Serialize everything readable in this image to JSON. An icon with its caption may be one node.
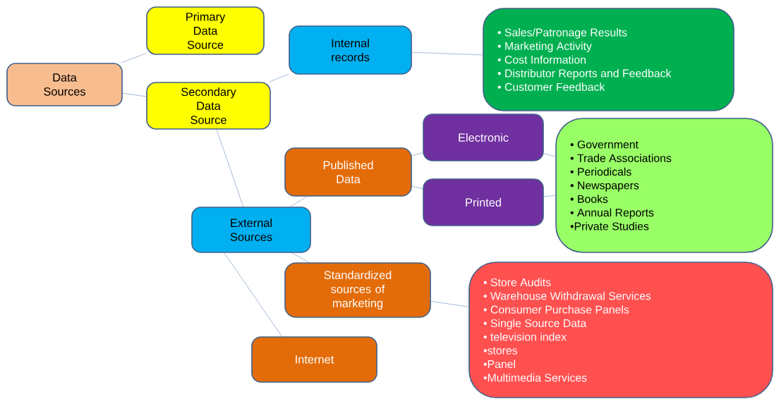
{
  "diagram": {
    "nodes": [
      {
        "text": [
          "Data Sources"
        ]
      },
      {
        "text": [
          "Primary Data Source"
        ]
      },
      {
        "text": [
          "Secondary Data Source"
        ]
      },
      {
        "text": [
          "Internal records"
        ]
      },
      {
        "text": [
          "• Sales/Patronage Results",
          "• Marketing Activity",
          "• Cost Information",
          "• Distributor Reports and Feedback",
          "• Customer Feedback"
        ]
      },
      {
        "text": [
          "Published Data"
        ]
      },
      {
        "text": [
          "Electronic"
        ]
      },
      {
        "text": [
          "Printed"
        ]
      },
      {
        "text": [
          "• Government",
          "• Trade Associations",
          "• Periodicals",
          "• Newspapers",
          "• Books",
          "• Annual Reports",
          "•Private Studies"
        ]
      },
      {
        "text": [
          "External Sources"
        ]
      },
      {
        "text": [
          "Standardized sources of marketing"
        ]
      },
      {
        "text": [
          "• Store Audits",
          "• Warehouse Withdrawal Services",
          "• Consumer Purchase Panels",
          "• Single Source Data",
          "• television index",
          "•stores",
          "•Panel",
          "•Multimedia Services"
        ]
      },
      {
        "text": [
          "Internet"
        ]
      }
    ],
    "edges": [
      {
        "from": 0,
        "to": 1,
        "arrow": "none"
      },
      {
        "from": 0,
        "to": 2,
        "arrow": "none"
      },
      {
        "from": 2,
        "to": 3,
        "arrow": "none"
      },
      {
        "from": 3,
        "to": 4,
        "arrow": "none"
      },
      {
        "from": 2,
        "to": 9,
        "arrow": "none"
      },
      {
        "from": 9,
        "to": 5,
        "arrow": "none"
      },
      {
        "from": 5,
        "to": 6,
        "arrow": "none"
      },
      {
        "from": 5,
        "to": 7,
        "arrow": "none"
      },
      {
        "from": 6,
        "to": 8,
        "arrow": "none"
      },
      {
        "from": 7,
        "to": 8,
        "arrow": "none"
      },
      {
        "from": 9,
        "to": 10,
        "arrow": "none"
      },
      {
        "from": 10,
        "to": 11,
        "arrow": "none"
      },
      {
        "from": 9,
        "to": 12,
        "arrow": "none"
      }
    ]
  }
}
